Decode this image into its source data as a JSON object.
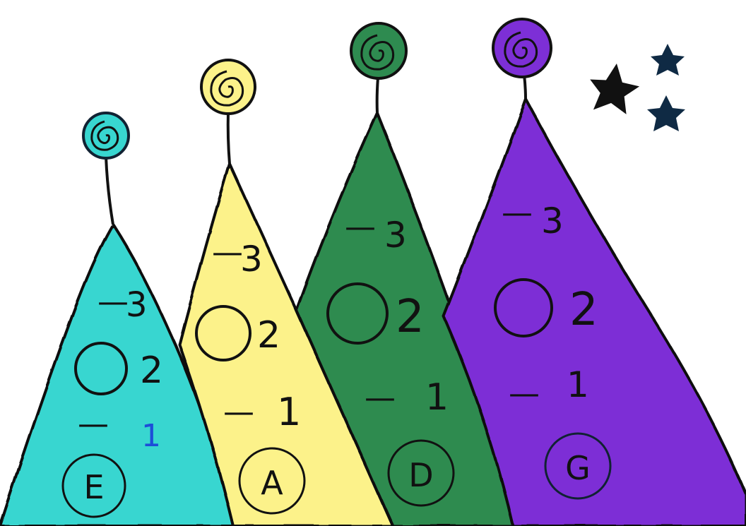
{
  "colors": {
    "background": "#ffffff",
    "outline": "#111111",
    "stars": "#0f2a44"
  },
  "trees": [
    {
      "color": "#38d6d0",
      "ornament": "spiral-ornament",
      "lines": {
        "top": "3",
        "middle": "2",
        "bottom": "1"
      },
      "letter": "E"
    },
    {
      "color": "#fcf28a",
      "ornament": "spiral-ornament",
      "lines": {
        "top": "3",
        "middle": "2",
        "bottom": "1"
      },
      "letter": "A"
    },
    {
      "color": "#2e8b50",
      "ornament": "spiral-ornament",
      "lines": {
        "top": "3",
        "middle": "2",
        "bottom": "1"
      },
      "letter": "D"
    },
    {
      "color": "#7d2fd6",
      "ornament": "spiral-ornament",
      "lines": {
        "top": "3",
        "middle": "2",
        "bottom": "1"
      },
      "letter": "G"
    }
  ],
  "stars": [
    "star-icon",
    "star-icon",
    "star-icon"
  ]
}
